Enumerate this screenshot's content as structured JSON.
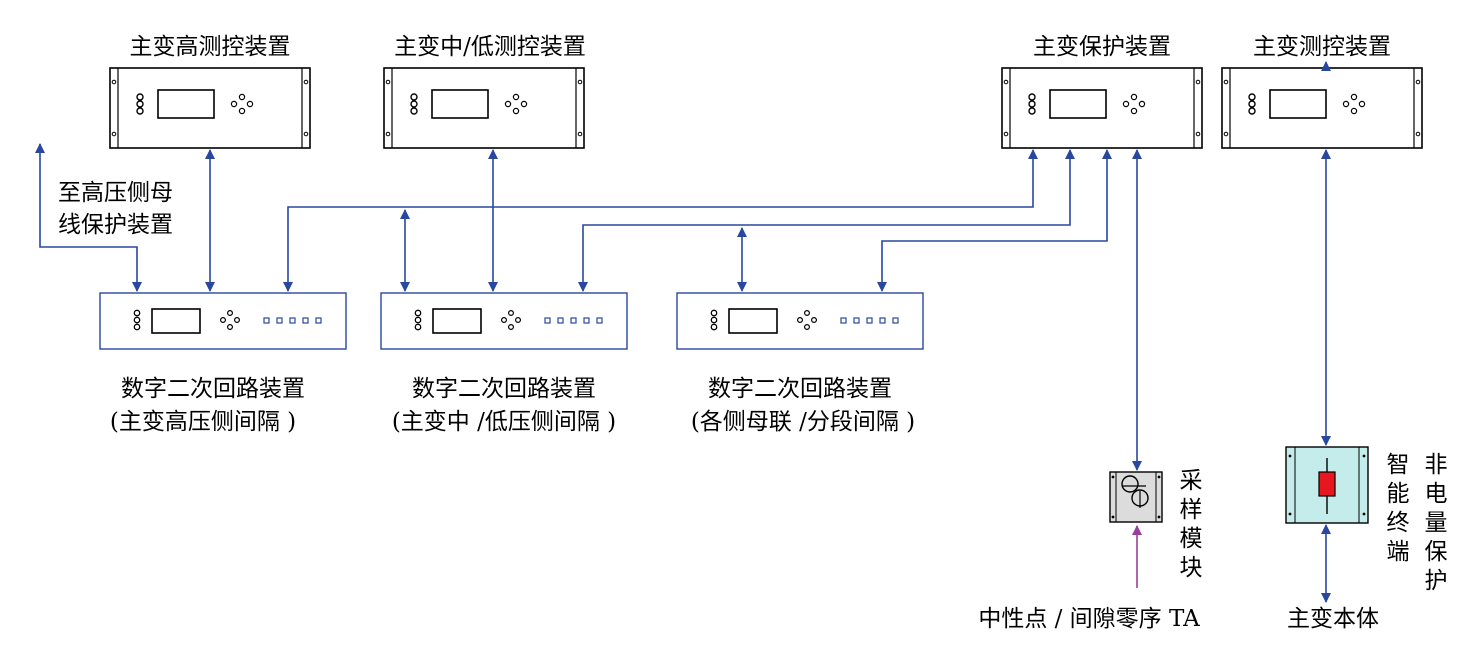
{
  "devices": {
    "main_high_mc": "主变高测控装置",
    "main_midlow_mc": "主变中/低测控装置",
    "main_protection": "主变保护装置",
    "main_mc": "主变测控装置"
  },
  "to_busbar_note": [
    "至高压侧母",
    "线保护装置"
  ],
  "secondary_loops": [
    {
      "title": "数字二次回路装置",
      "subtitle": "(主变高压侧间隔 )"
    },
    {
      "title": "数字二次回路装置",
      "subtitle": "(主变中 /低压侧间隔 )"
    },
    {
      "title": "数字二次回路装置",
      "subtitle": "(各侧母联 /分段间隔 )"
    }
  ],
  "sampling_module": "采样模块",
  "smart_terminal": "智能终端",
  "non_electric_protection": "非电量保护",
  "neutral_label": "中性点 / 间隙零序 TA",
  "transformer_body": "主变本体",
  "colors": {
    "wire": "#2848a0",
    "purple": "#9b3d9b",
    "terminal_fill": "#c4ecea",
    "module_fill": "#dcdcdc",
    "red": "#e8161e"
  }
}
